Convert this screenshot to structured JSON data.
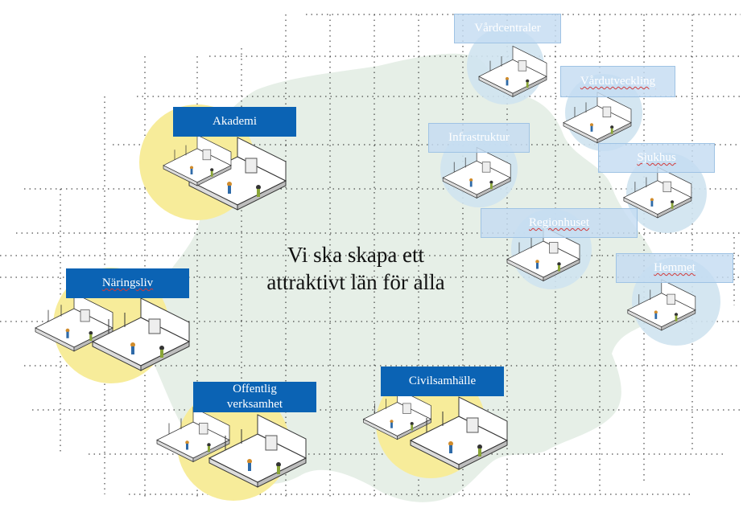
{
  "headline": {
    "line1": "Vi ska skapa ett",
    "line2": "attraktivt län för alla"
  },
  "labels": {
    "akademi": "Akademi",
    "naringsliv": "Näringsliv",
    "offentlig_line1": "Offentlig",
    "offentlig_line2": "verksamhet",
    "civilsamhalle": "Civilsamhälle",
    "vardcentraler": "Vårdcentraler",
    "vardutveckling": "Vårdutveckling",
    "infrastruktur": "Infrastruktur",
    "sjukhus": "Sjukhus",
    "regionhuset": "Regionhuset",
    "hemmet": "Hemmet"
  },
  "colors": {
    "map": "#e6efe7",
    "yellow_circle": "#f7ec9a",
    "blue_circle": "#cfe3ef",
    "dark_label": "#0b63b4",
    "light_label": "#c5dcf1",
    "spellcheck_underline": "#d23a3a"
  },
  "icons": {
    "scene": "isometric-room-illustration"
  }
}
